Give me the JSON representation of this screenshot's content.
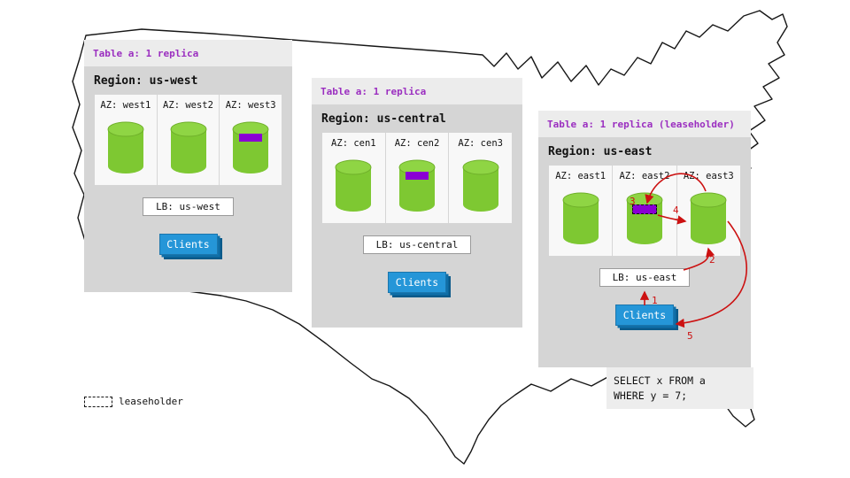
{
  "colors": {
    "accent_purple": "#9b2fc0",
    "replica_purple": "#8a00d4",
    "cylinder_green": "#7ec832",
    "clients_blue": "#2596d8",
    "arrow_red": "#cc1111",
    "panel_gray": "#d5d5d5"
  },
  "regions": [
    {
      "name": "us-west",
      "table_label": "Table a: 1 replica",
      "region_label": "Region: us-west",
      "lb_label": "LB: us-west",
      "clients_label": "Clients",
      "azs": [
        {
          "label": "AZ: west1",
          "replica": false,
          "leaseholder": false
        },
        {
          "label": "AZ: west2",
          "replica": false,
          "leaseholder": false
        },
        {
          "label": "AZ: west3",
          "replica": true,
          "leaseholder": false
        }
      ]
    },
    {
      "name": "us-central",
      "table_label": "Table a: 1 replica",
      "region_label": "Region: us-central",
      "lb_label": "LB: us-central",
      "clients_label": "Clients",
      "azs": [
        {
          "label": "AZ: cen1",
          "replica": false,
          "leaseholder": false
        },
        {
          "label": "AZ: cen2",
          "replica": true,
          "leaseholder": false
        },
        {
          "label": "AZ: cen3",
          "replica": false,
          "leaseholder": false
        }
      ]
    },
    {
      "name": "us-east",
      "table_label": "Table a: 1 replica (leaseholder)",
      "region_label": "Region: us-east",
      "lb_label": "LB: us-east",
      "clients_label": "Clients",
      "azs": [
        {
          "label": "AZ: east1",
          "replica": false,
          "leaseholder": false
        },
        {
          "label": "AZ: east2",
          "replica": true,
          "leaseholder": true
        },
        {
          "label": "AZ: east3",
          "replica": false,
          "leaseholder": false
        }
      ]
    }
  ],
  "flow": {
    "steps": [
      "1",
      "2",
      "3",
      "4",
      "5"
    ]
  },
  "query_box": {
    "line1": "SELECT x FROM a",
    "line2": "WHERE y = 7;"
  },
  "legend": {
    "label": "leaseholder"
  }
}
